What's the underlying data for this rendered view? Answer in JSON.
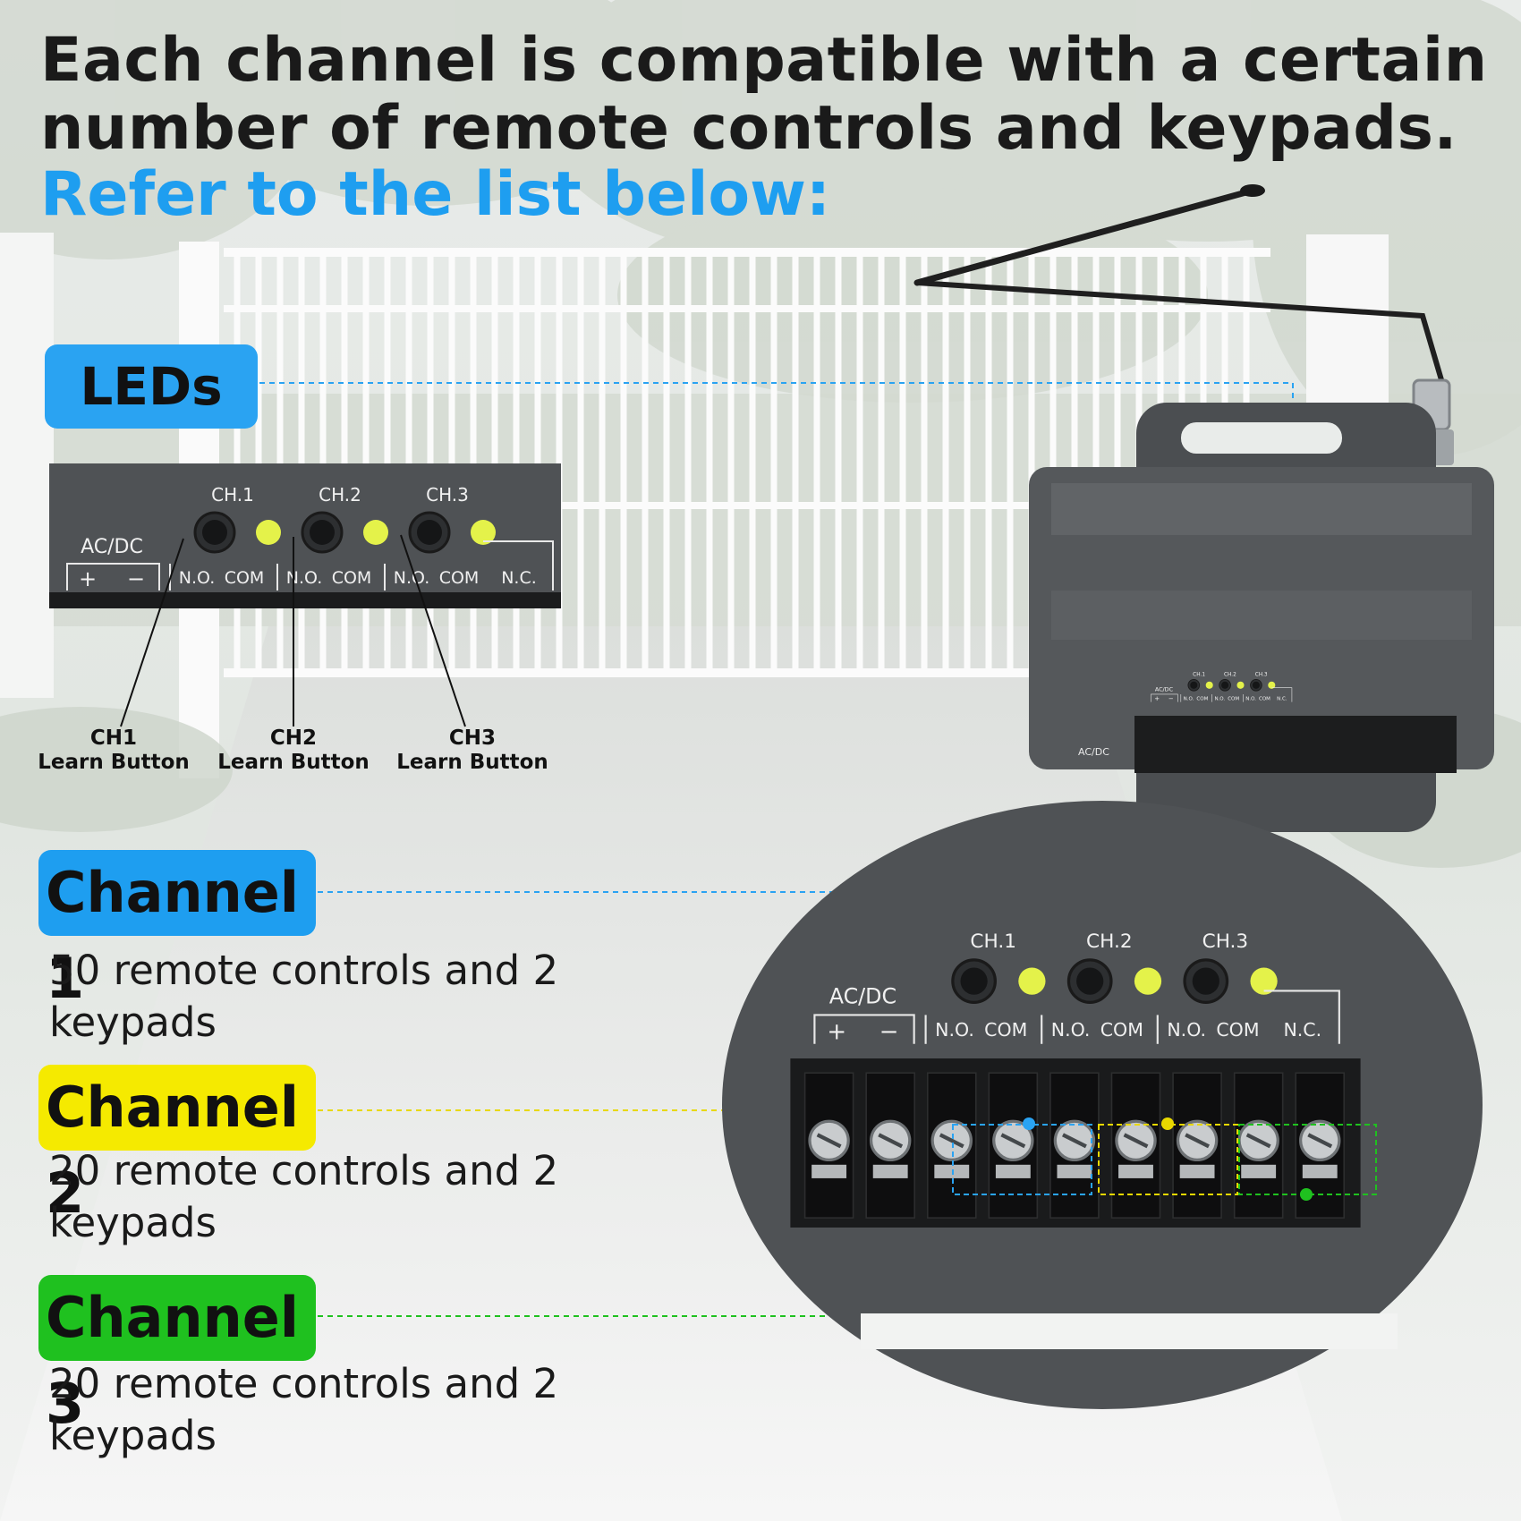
{
  "headline": {
    "line1": "Each channel is compatible with a certain",
    "line2": "number of remote controls and keypads.",
    "subline": "Refer to the list below:"
  },
  "leds_label": "LEDs",
  "panel": {
    "power_label": "AC/DC",
    "plus": "+",
    "minus": "−",
    "channels": [
      "CH.1",
      "CH.2",
      "CH.3"
    ],
    "terminals": [
      "N.O.",
      "COM",
      "N.O.",
      "COM",
      "N.O.",
      "COM",
      "N.C."
    ],
    "device_power_label": "AC/DC"
  },
  "learn_buttons": [
    {
      "line1": "CH1",
      "line2": "Learn Button"
    },
    {
      "line1": "CH2",
      "line2": "Learn Button"
    },
    {
      "line1": "CH3",
      "line2": "Learn Button"
    }
  ],
  "channels": [
    {
      "label": "Channel 1",
      "description": "50 remote controls and 2 keypads",
      "color": "#1e9ef0"
    },
    {
      "label": "Channel 2",
      "description": "20 remote controls and 2 keypads",
      "color": "#f5ea00"
    },
    {
      "label": "Channel 3",
      "description": "20 remote controls and 2 keypads",
      "color": "#1fc11f"
    }
  ],
  "colors": {
    "subline": "#1e9ef0",
    "device": "#505356",
    "device_dark": "#2a2c2e",
    "led": "#e4f24a",
    "leds_pill": "#2aa3f2"
  }
}
